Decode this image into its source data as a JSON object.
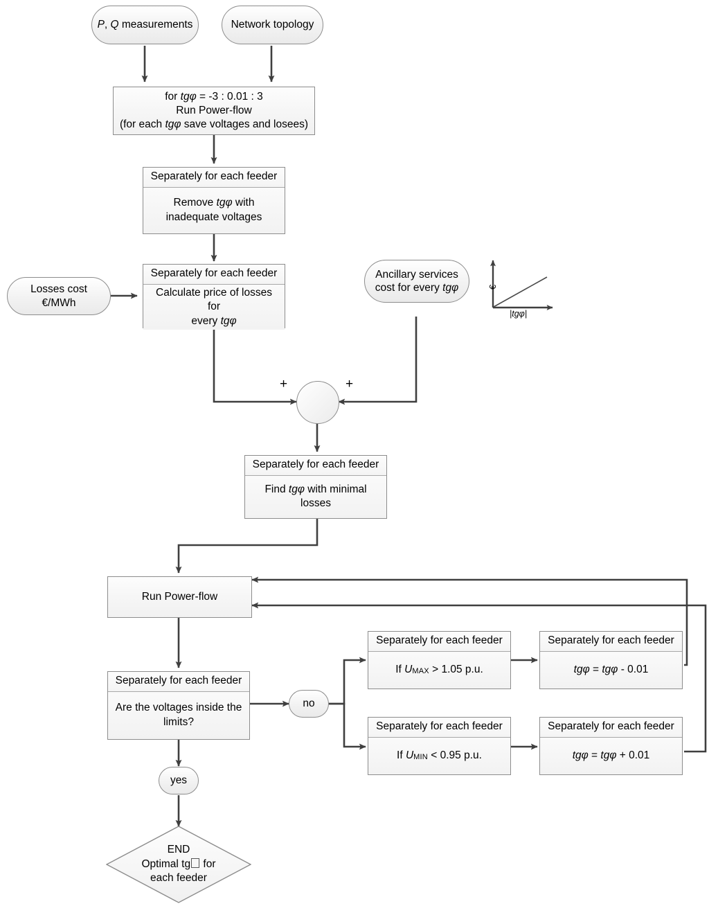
{
  "diagram": {
    "title": "Optimal tg-phi determination flowchart",
    "type": "flowchart",
    "colors": {
      "node_fill": "#f5f5f5",
      "node_border": "#8c8c8c",
      "edge": "#3f3f3f",
      "text": "#000000",
      "background": "#ffffff"
    }
  },
  "nodes": {
    "pq_measurements": {
      "label": "P, Q measurements",
      "shape": "oval"
    },
    "network_topology": {
      "label": "Network topology",
      "shape": "oval"
    },
    "sweep_block": {
      "shape": "box",
      "line1": "for tgφ = -3 : 0.01 : 3",
      "line2": "Run Power-flow",
      "line3": "(for each tgφ save voltages and losees)"
    },
    "remove_inadequate": {
      "shape": "box-header",
      "header": "Separately for each feeder",
      "line1": "Remove tgφ with",
      "line2": "inadequate voltages"
    },
    "losses_cost": {
      "label_line1": "Losses cost",
      "label_line2": "€/MWh",
      "shape": "oval"
    },
    "calculate_price": {
      "shape": "box-header",
      "header": "Separately for each feeder",
      "line1": "Calculate price of losses for",
      "line2": "every tgφ"
    },
    "ancillary_services": {
      "shape": "oval",
      "line1": "Ancillary services",
      "line2": "cost for every tgφ"
    },
    "sum_junction": {
      "shape": "circle",
      "left_sign": "+",
      "right_sign": "+"
    },
    "find_min_losses": {
      "shape": "box-header",
      "header": "Separately for each feeder",
      "line1": "Find tgφ with minimal",
      "line2": "losses"
    },
    "run_power_flow": {
      "label": "Run Power-flow",
      "shape": "box"
    },
    "voltage_check": {
      "shape": "box-header",
      "header": "Separately for each feeder",
      "line1": "Are the voltages inside the",
      "line2": "limits?"
    },
    "branch_no": {
      "label": "no",
      "shape": "oval"
    },
    "branch_yes": {
      "label": "yes",
      "shape": "oval"
    },
    "umax_check": {
      "shape": "box-header",
      "header": "Separately for each feeder",
      "prefix": "If ",
      "symbol": "U",
      "subscript": "MAX",
      "suffix": " > 1.05 p.u."
    },
    "umin_check": {
      "shape": "box-header",
      "header": "Separately for each feeder",
      "prefix": "If ",
      "symbol": "U",
      "subscript": "MIN",
      "suffix": " < 0.95 p.u."
    },
    "tg_decrement": {
      "shape": "box-header",
      "header": "Separately for each feeder",
      "expression": "tgφ = tgφ - 0.01"
    },
    "tg_increment": {
      "shape": "box-header",
      "header": "Separately for each feeder",
      "expression": "tgφ = tgφ + 0.01"
    },
    "end_node": {
      "shape": "diamond",
      "line1": "END",
      "line2_pre": "Optimal tg",
      "line2_post": " for",
      "line3": "each feeder"
    }
  },
  "mini_chart": {
    "type": "line",
    "ylabel": "€",
    "xlabel": "|tgφ|",
    "description": "Ancillary services cost grows linearly with |tgφ|",
    "x": [
      0,
      1
    ],
    "y": [
      0,
      1
    ]
  }
}
